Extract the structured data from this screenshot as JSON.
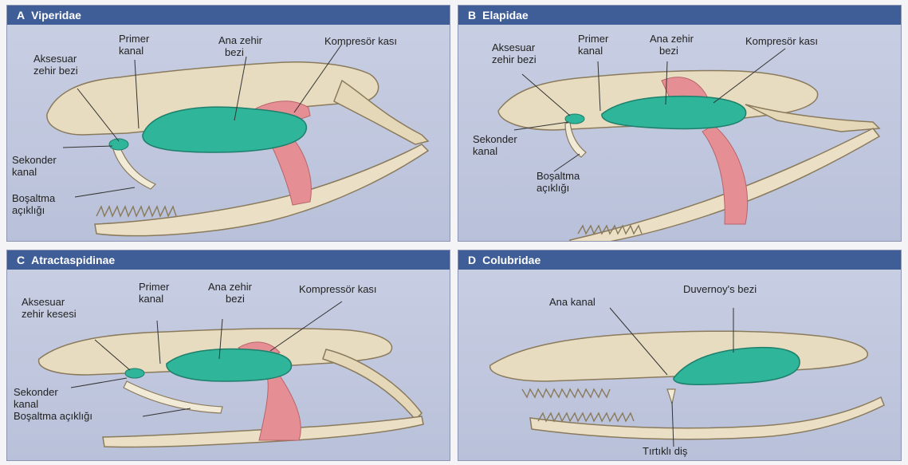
{
  "panels": {
    "a": {
      "letter": "A",
      "title": "Viperidae",
      "labels": {
        "primer": [
          "Primer",
          "kanal"
        ],
        "ana": [
          "Ana zehir",
          "bezi"
        ],
        "kompresor": "Kompresör kası",
        "aksesuar": [
          "Aksesuar",
          "zehir bezi"
        ],
        "sekonder": [
          "Sekonder",
          "kanal"
        ],
        "bosaltma": [
          "Boşaltma",
          "açıklığı"
        ]
      }
    },
    "b": {
      "letter": "B",
      "title": "Elapidae",
      "labels": {
        "aksesuar": [
          "Aksesuar",
          "zehir bezi"
        ],
        "primer": [
          "Primer",
          "kanal"
        ],
        "ana": [
          "Ana zehir",
          "bezi"
        ],
        "kompresor": "Kompresör kası",
        "sekonder": [
          "Sekonder",
          "kanal"
        ],
        "bosaltma": [
          "Boşaltma",
          "açıklığı"
        ]
      }
    },
    "c": {
      "letter": "C",
      "title": "Atractaspidinae",
      "labels": {
        "primer": [
          "Primer",
          "kanal"
        ],
        "ana": [
          "Ana zehir",
          "bezi"
        ],
        "kompresor": "Kompressör kası",
        "aksesuar": [
          "Aksesuar",
          "zehir kesesi"
        ],
        "sekonder": [
          "Sekonder",
          "kanal"
        ],
        "bosaltma": "Boşaltma açıklığı"
      }
    },
    "d": {
      "letter": "D",
      "title": "Colubridae",
      "labels": {
        "ana_kanal": "Ana kanal",
        "duvernoy": "Duvernoy's bezi",
        "tirtikli": "Tırtıklı diş"
      }
    }
  },
  "colors": {
    "header": "#3f5e97",
    "panel_bg": "#bfc6de",
    "bone": "#e8dcc0",
    "gland": "#2fb59a",
    "muscle": "#e58f95"
  }
}
